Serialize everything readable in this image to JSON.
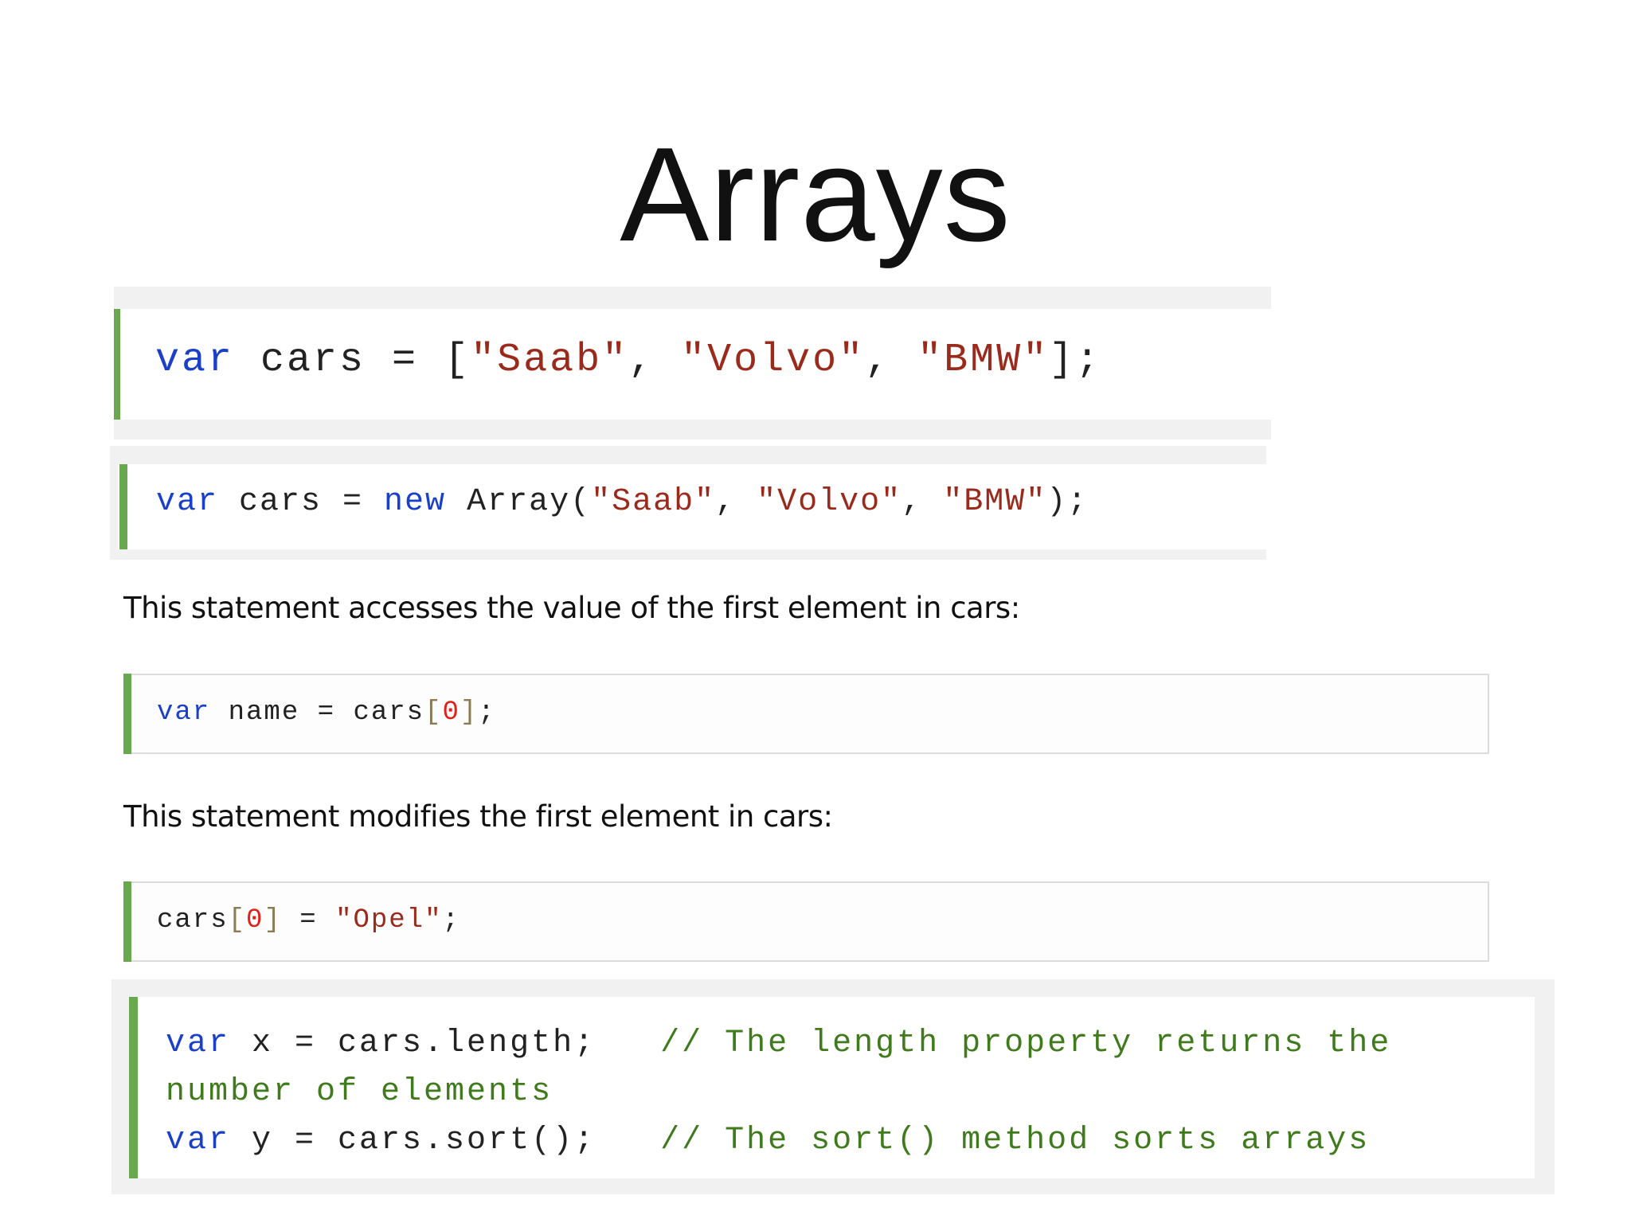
{
  "slide": {
    "title": "Arrays"
  },
  "blocks": [
    {
      "tokens": [
        {
          "t": "var",
          "c": "kw"
        },
        {
          "t": " cars = ",
          "c": ""
        },
        {
          "t": "[",
          "c": ""
        },
        {
          "t": "\"Saab\"",
          "c": "str"
        },
        {
          "t": ", ",
          "c": ""
        },
        {
          "t": "\"Volvo\"",
          "c": "str"
        },
        {
          "t": ", ",
          "c": ""
        },
        {
          "t": "\"BMW\"",
          "c": "str"
        },
        {
          "t": "];",
          "c": ""
        }
      ],
      "text": "var cars = [\"Saab\", \"Volvo\", \"BMW\"];"
    },
    {
      "text": "var cars = new Array(\"Saab\", \"Volvo\", \"BMW\");"
    },
    {
      "text": "var name = cars[0];"
    },
    {
      "text": "cars[0] = \"Opel\";"
    },
    {
      "lines": [
        "var x = cars.length;   // The length property returns the",
        "number of elements",
        "var y = cars.sort();   // The sort() method sorts arrays"
      ]
    }
  ],
  "paragraphs": [
    "This statement accesses the value of the first element in cars:",
    "This statement modifies the first element in cars:"
  ],
  "code": {
    "b1": {
      "kw": "var",
      "a": " cars = [",
      "s1": "\"Saab\"",
      "c1": ", ",
      "s2": "\"Volvo\"",
      "c2": ", ",
      "s3": "\"BMW\"",
      "end": "];"
    },
    "b2": {
      "kw": "var",
      "a": " cars = ",
      "kw2": "new",
      "b": " Array(",
      "s1": "\"Saab\"",
      "c1": ", ",
      "s2": "\"Volvo\"",
      "c2": ", ",
      "s3": "\"BMW\"",
      "end": ");"
    },
    "b3": {
      "kw": "var",
      "a": " name = cars",
      "lb": "[",
      "n": "0",
      "rb": "]",
      "end": ";"
    },
    "b4": {
      "a": "cars",
      "lb": "[",
      "n": "0",
      "rb": "]",
      "b": " = ",
      "s": "\"Opel\"",
      "end": ";"
    },
    "b5": {
      "l1_kw": "var",
      "l1_a": " x = cars.length;   ",
      "l1_cm": "// The length property returns the",
      "l2_cm": "number of elements",
      "l3_kw": "var",
      "l3_a": " y = cars.sort();   ",
      "l3_cm": "// The sort() method sorts arrays"
    }
  },
  "colors": {
    "accent_bar": "#6aa84f",
    "keyword": "#1a3fc8",
    "string": "#9a2a1c",
    "number": "#e0201a",
    "comment": "#3f7a1c",
    "block_bg": "#f1f1f1"
  }
}
